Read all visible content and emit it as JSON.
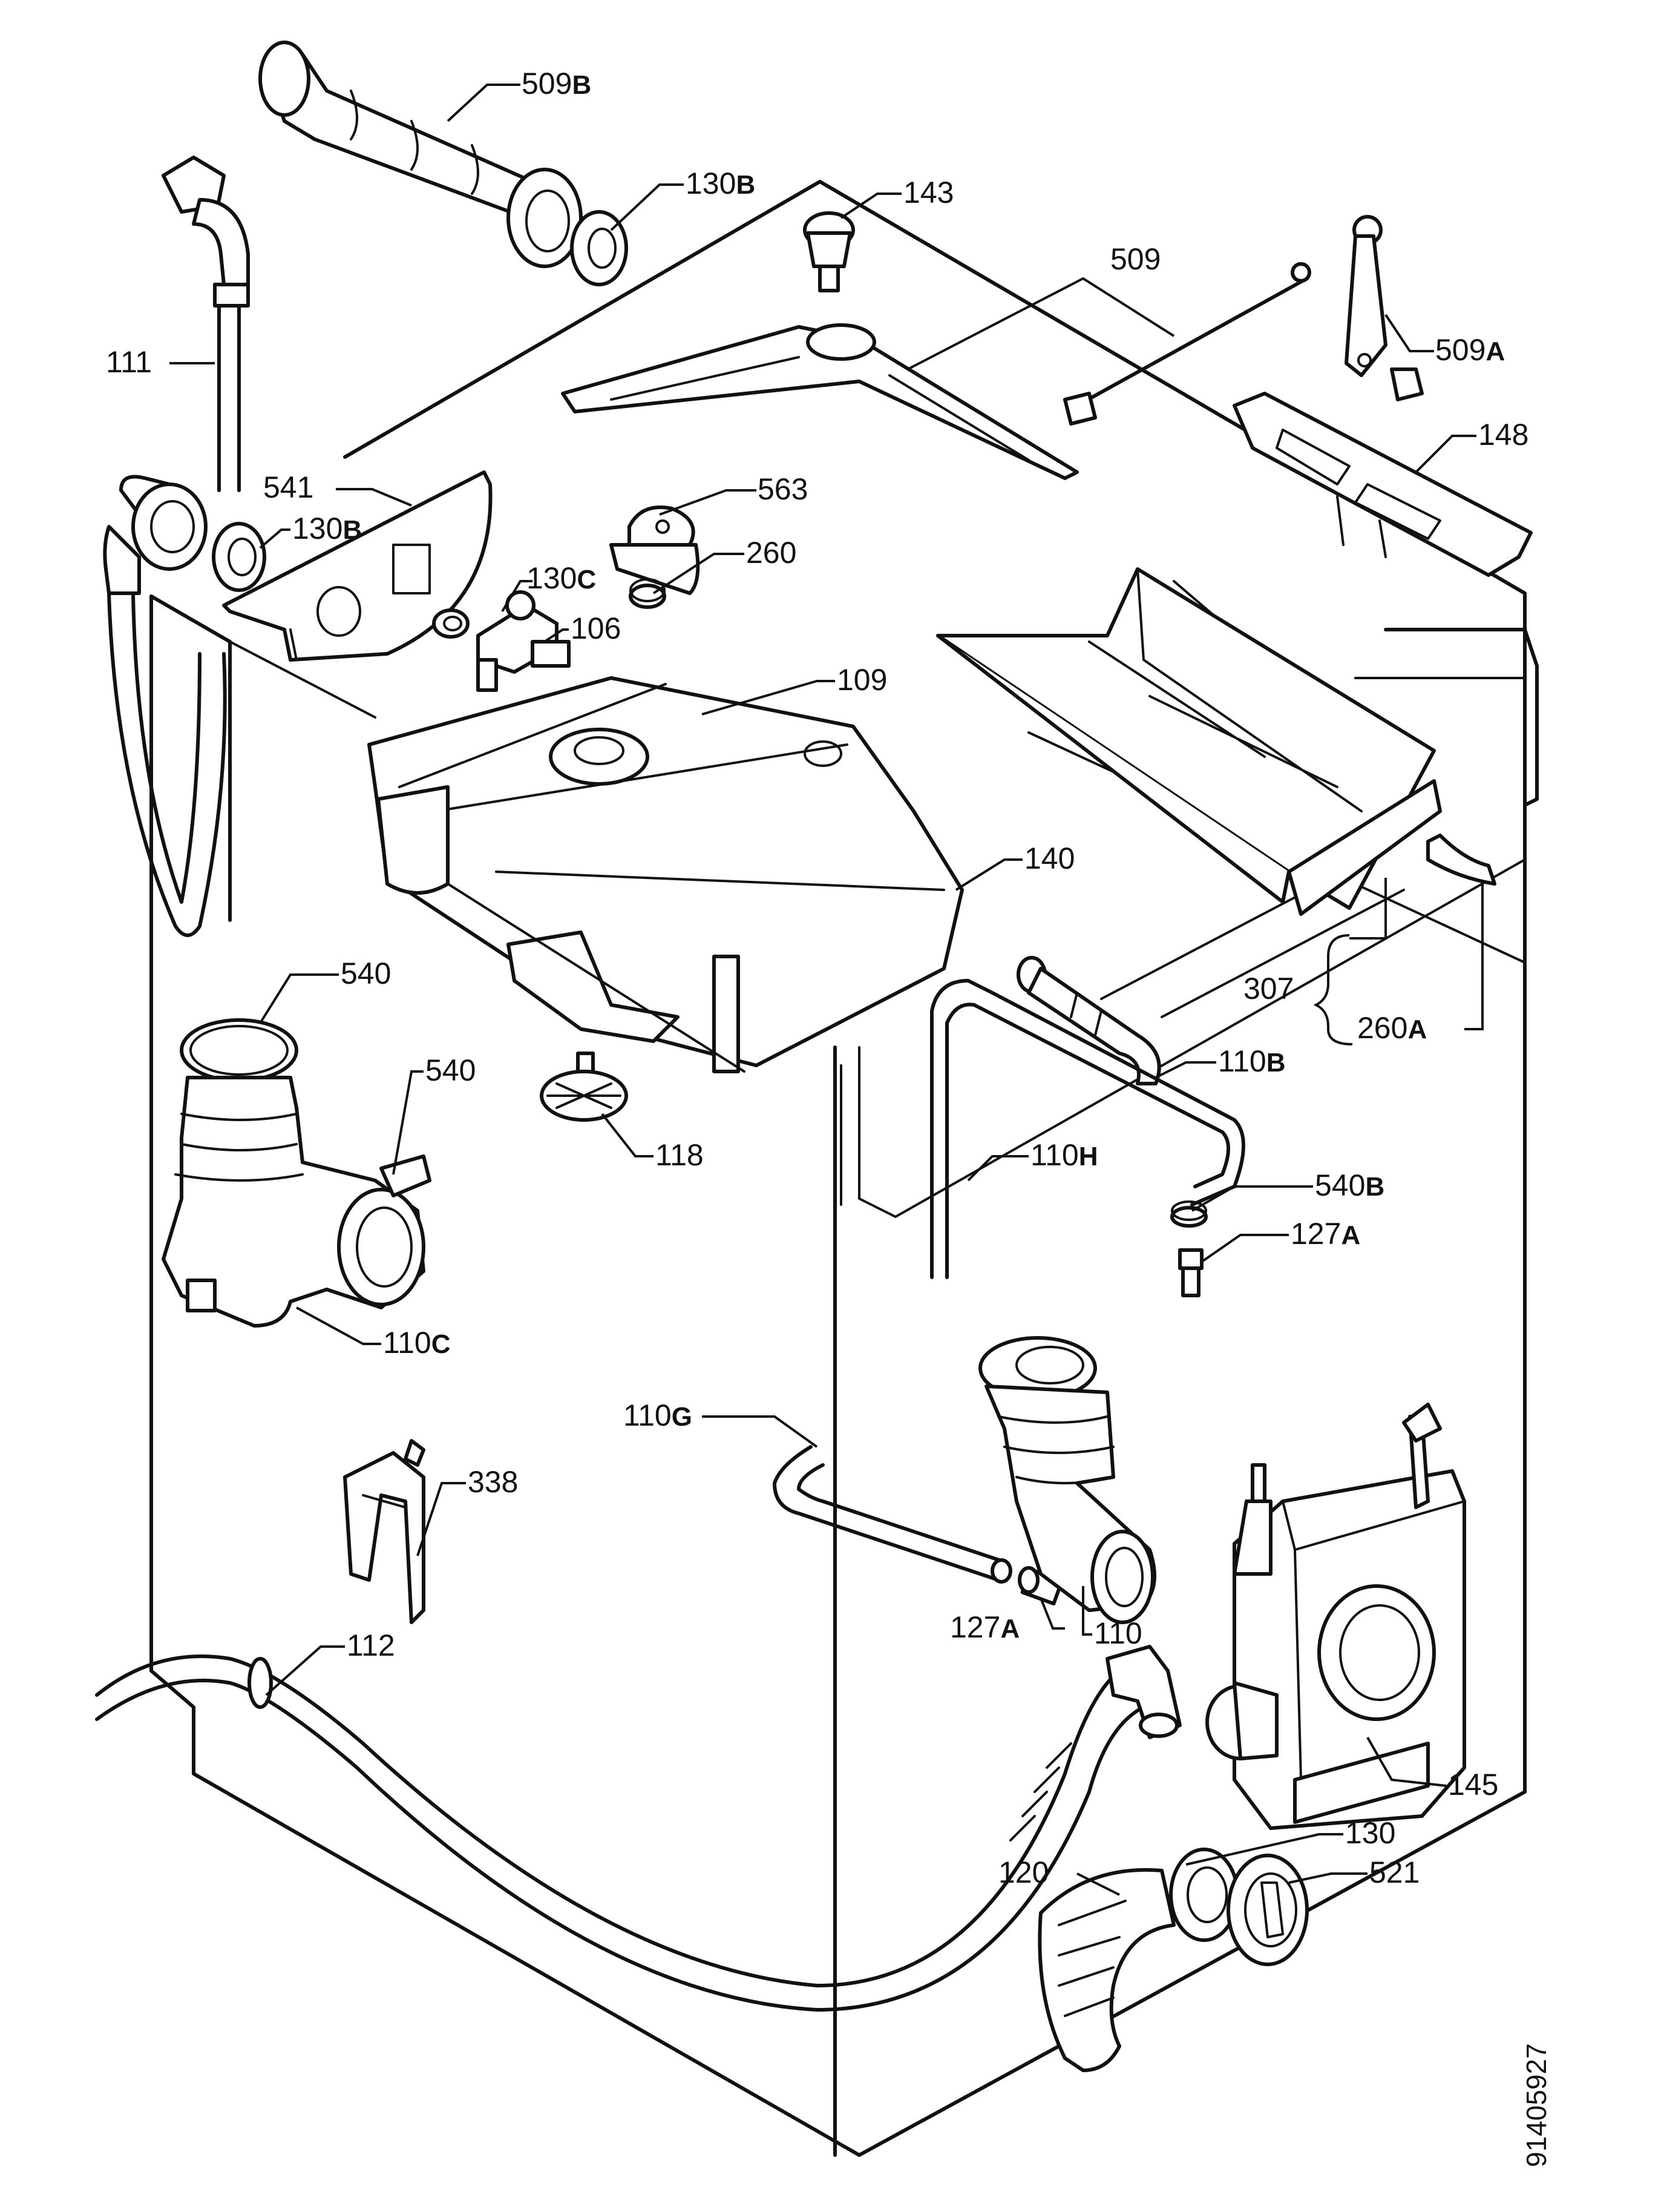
{
  "labels": {
    "l509B": {
      "num": "509",
      "sfx": "B"
    },
    "l130B_top": {
      "num": "130",
      "sfx": "B"
    },
    "l143": {
      "num": "143",
      "sfx": ""
    },
    "l509": {
      "num": "509",
      "sfx": ""
    },
    "l509A": {
      "num": "509",
      "sfx": "A"
    },
    "l111": {
      "num": "111",
      "sfx": ""
    },
    "l541": {
      "num": "541",
      "sfx": ""
    },
    "l130B_mid": {
      "num": "130",
      "sfx": "B"
    },
    "l563": {
      "num": "563",
      "sfx": ""
    },
    "l148": {
      "num": "148",
      "sfx": ""
    },
    "l130C": {
      "num": "130",
      "sfx": "C"
    },
    "l260": {
      "num": "260",
      "sfx": ""
    },
    "l106": {
      "num": "106",
      "sfx": ""
    },
    "l109": {
      "num": "109",
      "sfx": ""
    },
    "l140": {
      "num": "140",
      "sfx": ""
    },
    "l540_a": {
      "num": "540",
      "sfx": ""
    },
    "l540_b": {
      "num": "540",
      "sfx": ""
    },
    "l307": {
      "num": "307",
      "sfx": ""
    },
    "l260A": {
      "num": "260",
      "sfx": "A"
    },
    "l110B": {
      "num": "110",
      "sfx": "B"
    },
    "l118": {
      "num": "118",
      "sfx": ""
    },
    "l110H": {
      "num": "110",
      "sfx": "H"
    },
    "l540B": {
      "num": "540",
      "sfx": "B"
    },
    "l127A_a": {
      "num": "127",
      "sfx": "A"
    },
    "l110C": {
      "num": "110",
      "sfx": "C"
    },
    "l110G": {
      "num": "110",
      "sfx": "G"
    },
    "l338": {
      "num": "338",
      "sfx": ""
    },
    "l127A_b": {
      "num": "127",
      "sfx": "A"
    },
    "l110": {
      "num": "110",
      "sfx": ""
    },
    "l112": {
      "num": "112",
      "sfx": ""
    },
    "l145": {
      "num": "145",
      "sfx": ""
    },
    "l130": {
      "num": "130",
      "sfx": ""
    },
    "l120": {
      "num": "120",
      "sfx": ""
    },
    "l521": {
      "num": "521",
      "sfx": ""
    }
  },
  "drawing_code": "91405927"
}
